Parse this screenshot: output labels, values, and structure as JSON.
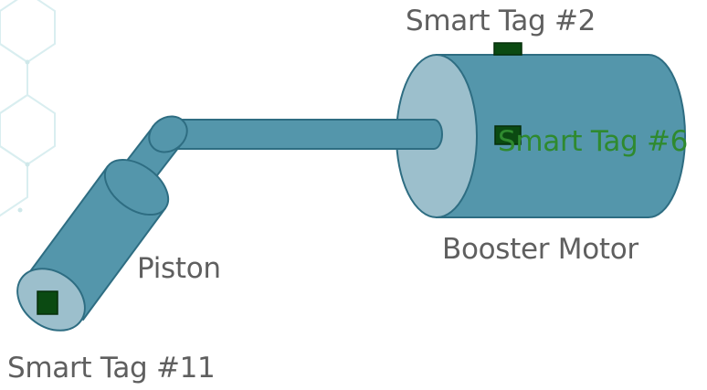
{
  "labels": {
    "smart_tag_2": "Smart Tag #2",
    "smart_tag_6": "Smart Tag #6",
    "booster_motor": "Booster Motor",
    "piston": "Piston",
    "smart_tag_11": "Smart Tag #11"
  },
  "colors": {
    "component_fill": "#5496ab",
    "component_edge": "#2e6d82",
    "motor_face": "#9cbfcc",
    "tag_fill": "#0b4a12",
    "tag_label_accent": "#2f8a2f",
    "label_text": "#5f5f5f",
    "background_pattern": "#d9eef0"
  }
}
